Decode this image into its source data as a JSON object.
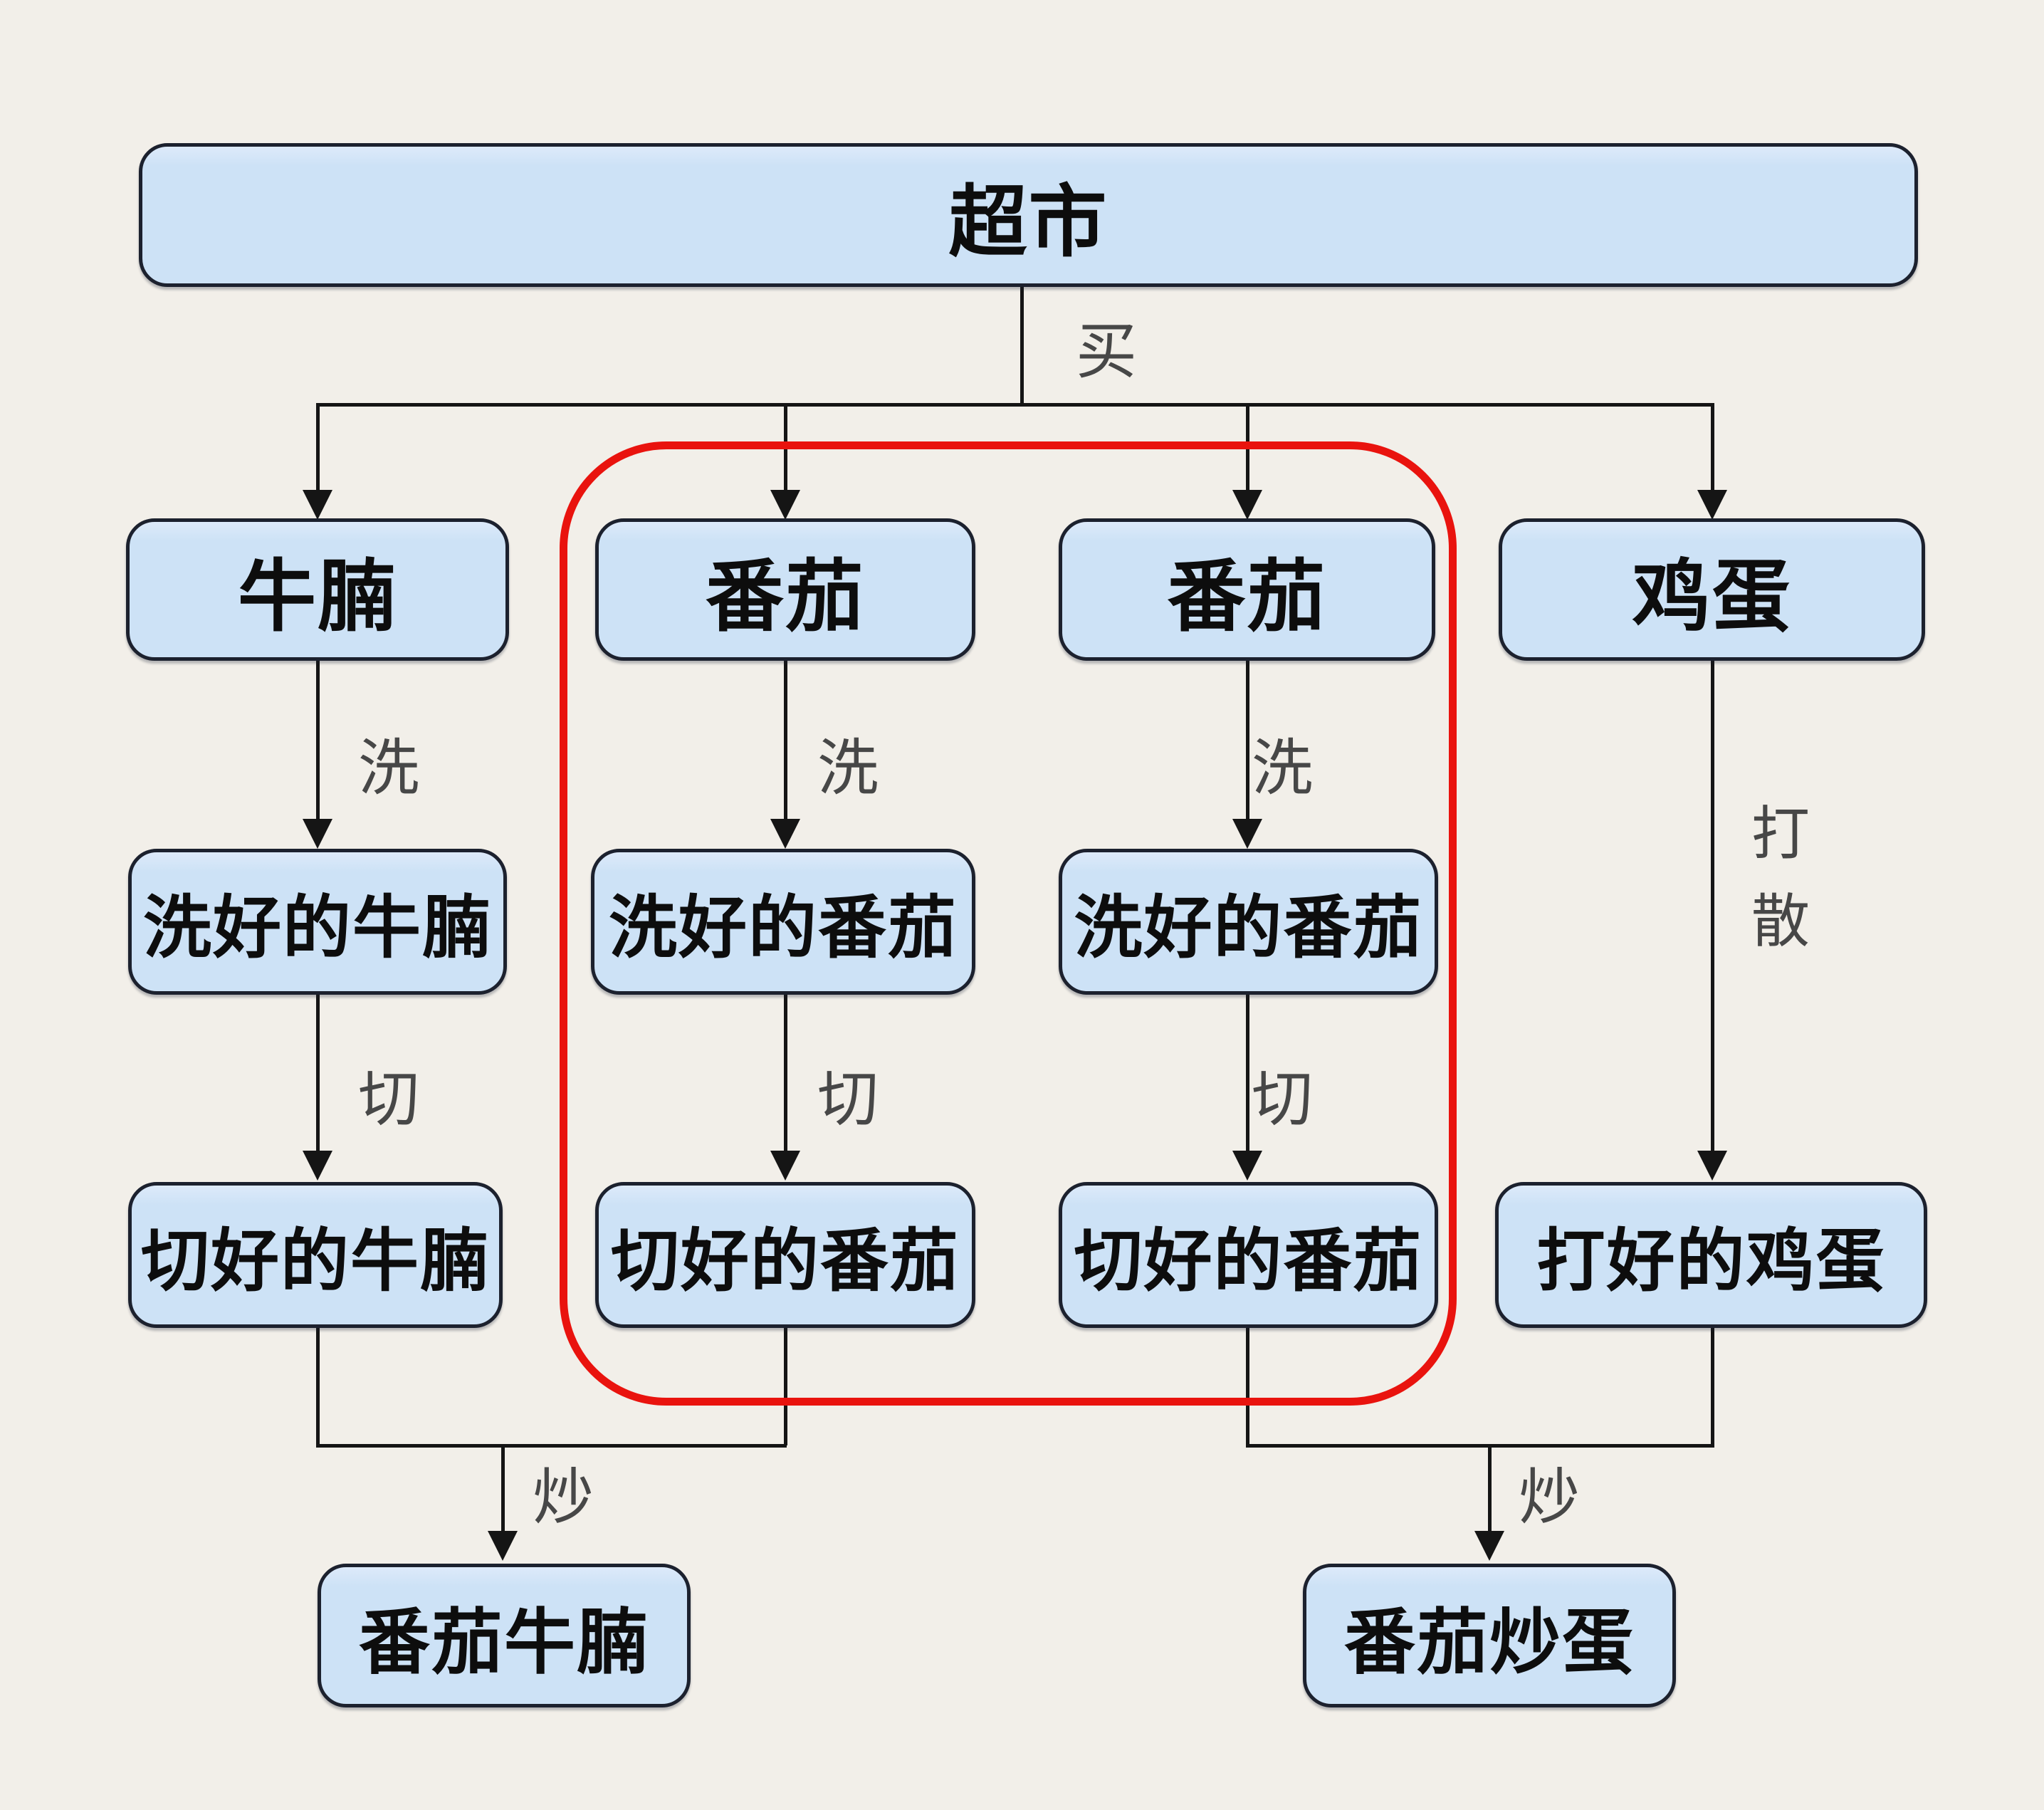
{
  "diagram": {
    "title_node": "超市",
    "nodes": {
      "supermarket": "超市",
      "beef": "牛腩",
      "tomato1": "番茄",
      "tomato2": "番茄",
      "egg": "鸡蛋",
      "washed_beef": "洗好的牛腩",
      "washed_tomato1": "洗好的番茄",
      "washed_tomato2": "洗好的番茄",
      "cut_beef": "切好的牛腩",
      "cut_tomato1": "切好的番茄",
      "cut_tomato2": "切好的番茄",
      "beaten_egg": "打好的鸡蛋",
      "tomato_beef": "番茄牛腩",
      "tomato_egg": "番茄炒蛋"
    },
    "edge_labels": {
      "buy": "买",
      "wash1": "洗",
      "wash2": "洗",
      "wash3": "洗",
      "beat": "打散",
      "cut1": "切",
      "cut2": "切",
      "cut3": "切",
      "fry_left": "炒",
      "fry_right": "炒"
    },
    "colors": {
      "background": "#f2efe9",
      "node_fill": "#cde2f6",
      "node_fill_top": "#ddeafa",
      "node_border": "#1c212e",
      "line": "#151515",
      "label": "#474747",
      "highlight": "#e9130e",
      "node_text": "#0d0d0d"
    }
  }
}
